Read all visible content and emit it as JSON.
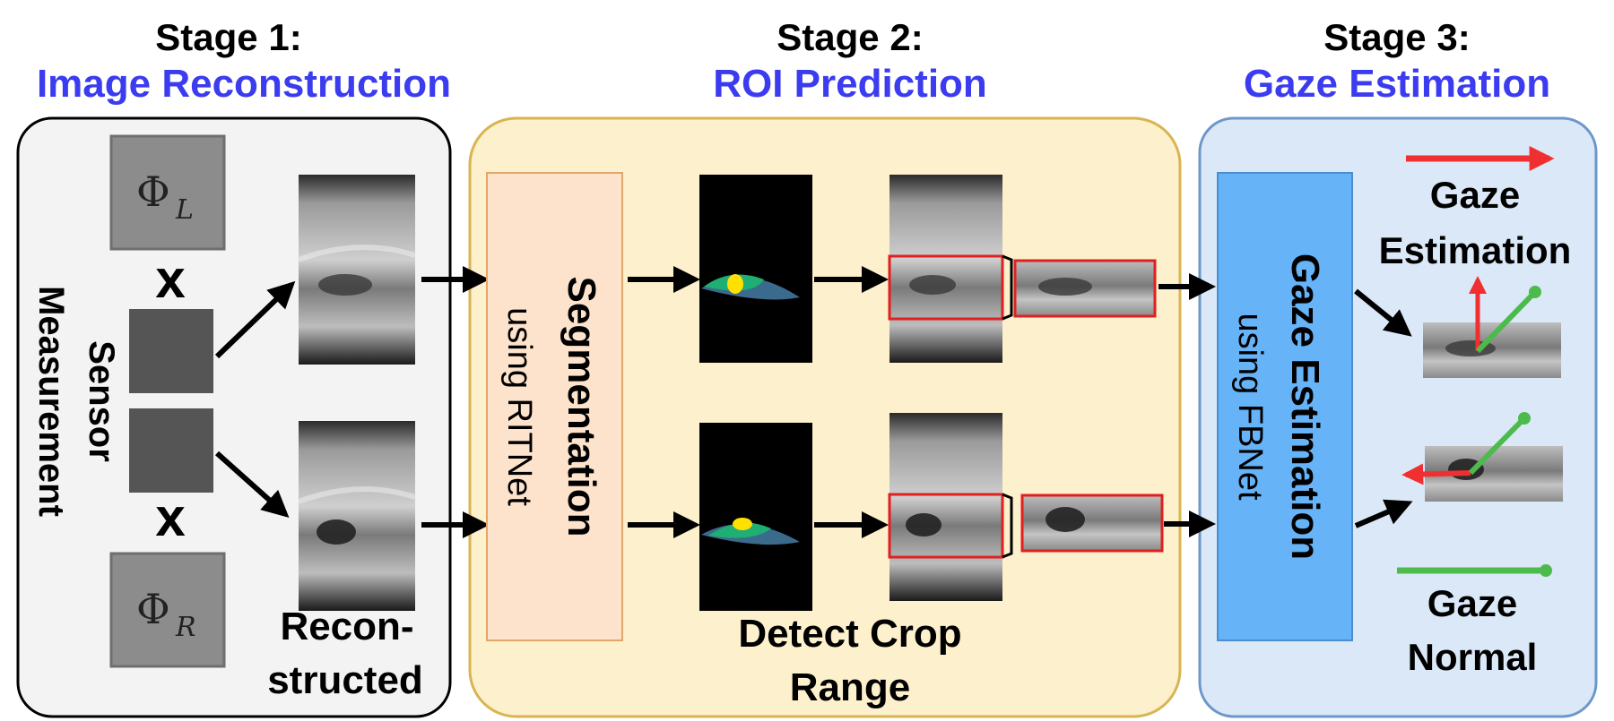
{
  "stages": [
    {
      "heading": "Stage 1:",
      "title": "Image Reconstruction"
    },
    {
      "heading": "Stage 2:",
      "title": "ROI Prediction"
    },
    {
      "heading": "Stage 3:",
      "title": "Gaze Estimation"
    }
  ],
  "stage1": {
    "mask_left": {
      "symbol": "Φ",
      "sub": "L"
    },
    "mask_right": {
      "symbol": "Φ",
      "sub": "R"
    },
    "times_symbol": "x",
    "sensor_label": "Sensor",
    "measurement_label": "Measurement",
    "reconstructed_line1": "Recon-",
    "reconstructed_line2": "structed"
  },
  "stage2": {
    "segmentation_title": "Segmentation",
    "segmentation_method": "using RITNet",
    "crop_line1": "Detect Crop",
    "crop_line2": "Range"
  },
  "stage3": {
    "gaze_title": "Gaze Estimation",
    "gaze_method": "using FBNet",
    "legend_estimation_line1": "Gaze",
    "legend_estimation_line2": "Estimation",
    "legend_normal_line1": "Gaze",
    "legend_normal_line2": "Normal"
  },
  "colors": {
    "title_blue": "#3b3bf0",
    "stage1_fill": "#f3f3f3",
    "stage2_fill": "#fdf0cc",
    "stage2_border": "#d8b552",
    "stage3_fill": "#dbe8f8",
    "stage3_border": "#6e97c9",
    "segmentation_fill": "#fde3cc",
    "gaze_box_fill": "#66b3f8",
    "estimation_arrow": "#f03030",
    "normal_line": "#4cbb4c",
    "crop_box": "#e02020"
  }
}
